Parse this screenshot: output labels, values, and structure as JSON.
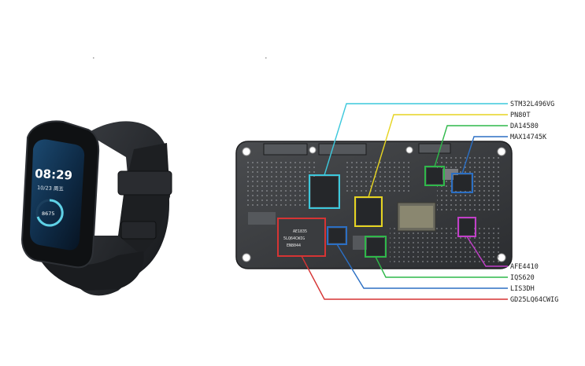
{
  "band": {
    "time": "08:29",
    "date": "10/23 周五",
    "steps": "8675"
  },
  "pcb": {
    "main_chip_markings": [
      "AE1835",
      "5LQ64CWIG",
      "EN8044"
    ]
  },
  "callouts": [
    {
      "label": "STM32L496VG",
      "color": "#3cc8dc"
    },
    {
      "label": "PN80T",
      "color": "#e6d421"
    },
    {
      "label": "DA14580",
      "color": "#2fb84a"
    },
    {
      "label": "MAX14745K",
      "color": "#2b6fc4"
    },
    {
      "label": "AFE4410",
      "color": "#c23fc9"
    },
    {
      "label": "IQS620",
      "color": "#2fb84a"
    },
    {
      "label": "LIS3DH",
      "color": "#2b6fc4"
    },
    {
      "label": "GD25LQ64CWIG",
      "color": "#d63434"
    }
  ]
}
